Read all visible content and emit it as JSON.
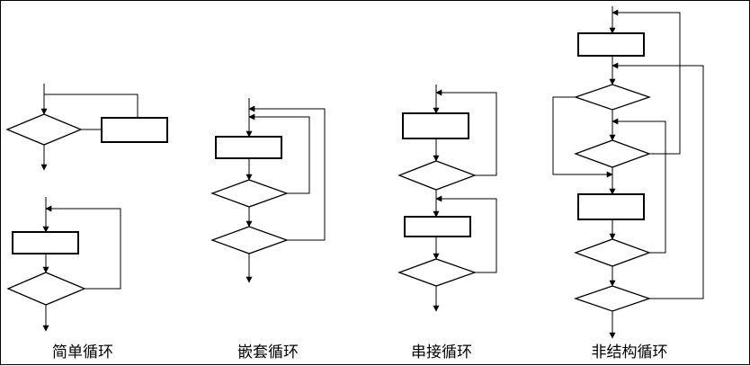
{
  "captions": {
    "simple": "简单循环",
    "nested": "嵌套循环",
    "serial": "串接循环",
    "unstructured": "非结构循环"
  }
}
